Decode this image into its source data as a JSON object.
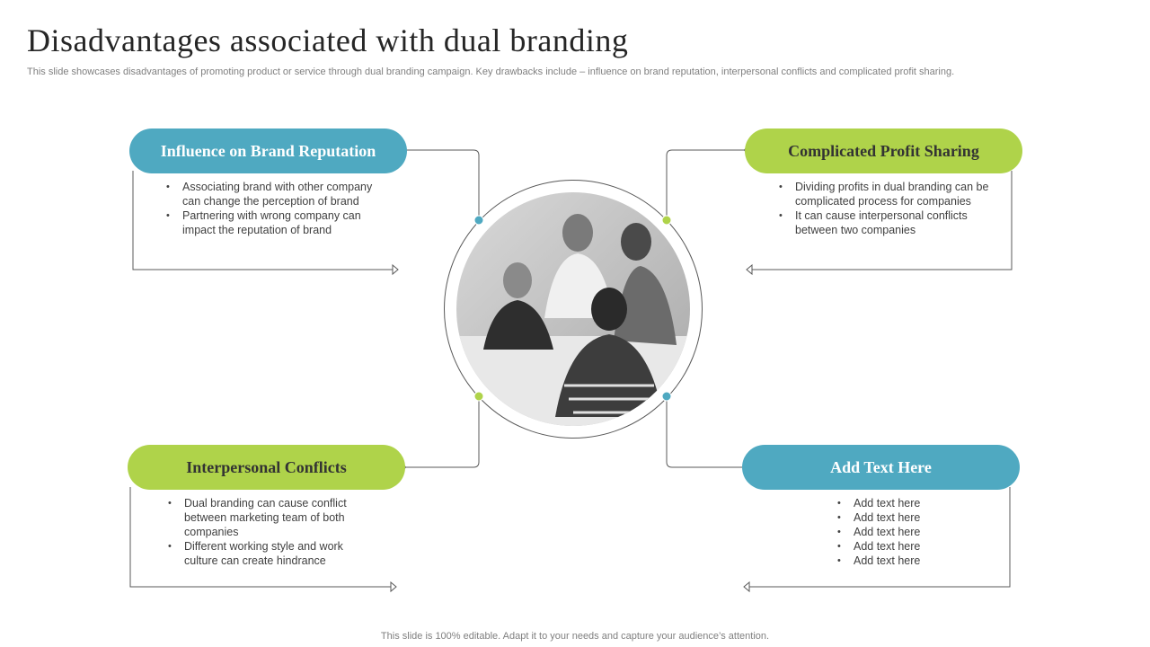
{
  "header": {
    "title": "Disadvantages associated with dual branding",
    "subtitle": "This slide showcases disadvantages of promoting product or service through dual branding campaign. Key drawbacks include – influence on brand reputation, interpersonal conflicts and complicated profit sharing."
  },
  "colors": {
    "blue": "#4fa9c1",
    "green": "#afd34a",
    "line": "#595959"
  },
  "center_image": {
    "description_icon": "team-meeting-photo"
  },
  "cards": {
    "top_left": {
      "title": "Influence on Brand Reputation",
      "bullets": [
        "Associating brand with other company can change the perception of brand",
        "Partnering with wrong company can impact the reputation of brand"
      ]
    },
    "top_right": {
      "title": "Complicated Profit Sharing",
      "bullets": [
        "Dividing profits in dual branding can be complicated process for companies",
        "It can cause interpersonal conflicts between two companies"
      ]
    },
    "bottom_left": {
      "title": "Interpersonal Conflicts",
      "bullets": [
        "Dual branding can cause conflict between marketing team of both companies",
        "Different working style and work culture can create hindrance"
      ]
    },
    "bottom_right": {
      "title": "Add Text Here",
      "bullets": [
        "Add text here",
        "Add text here",
        "Add text here",
        "Add text here",
        "Add text here"
      ]
    }
  },
  "footer": {
    "text": "This slide is 100% editable. Adapt it to your needs and capture your audience’s attention."
  }
}
